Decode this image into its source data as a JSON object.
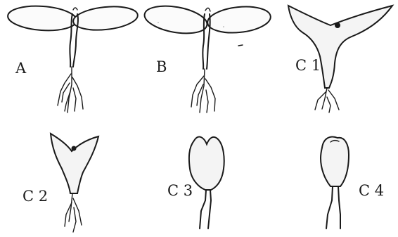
{
  "figure": {
    "labels": {
      "a": "A",
      "b": "B",
      "c1": "C 1",
      "c2": "C 2",
      "c3": "C 3",
      "c4": "C 4"
    }
  }
}
